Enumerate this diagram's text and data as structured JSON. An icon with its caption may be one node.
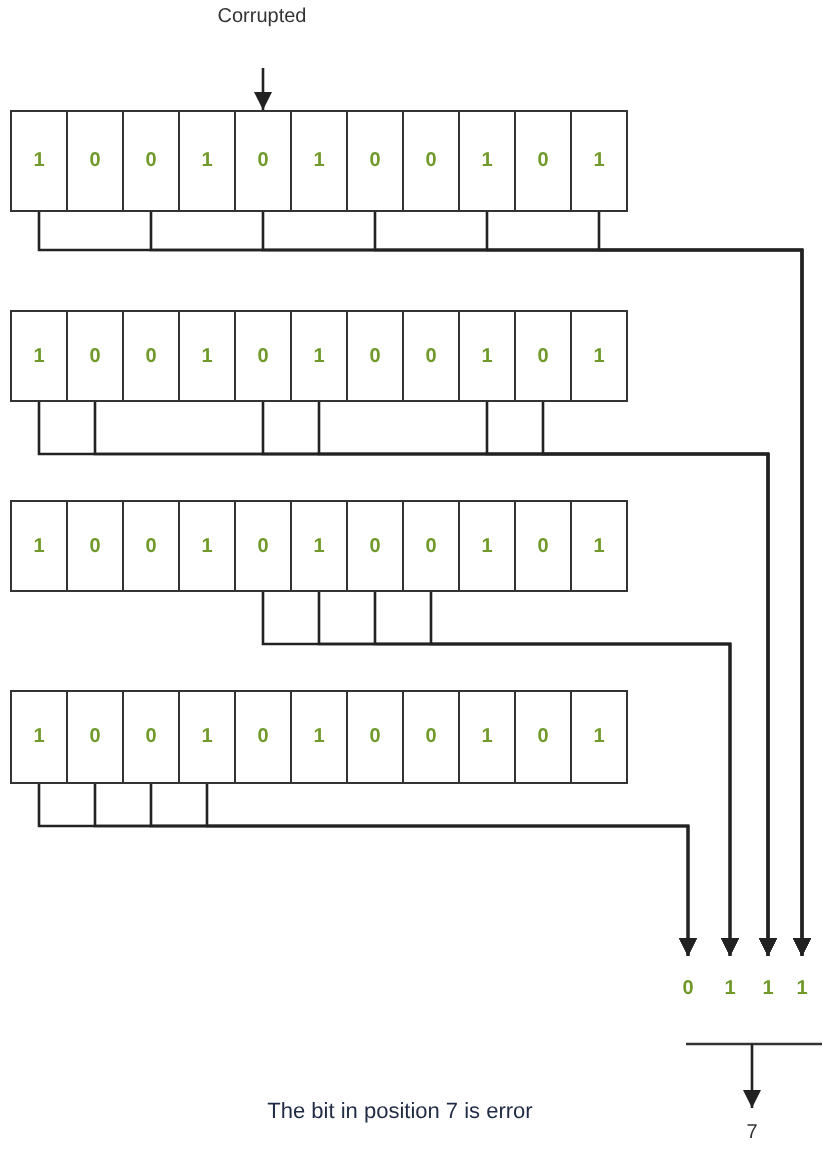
{
  "diagram": {
    "nodes": [
      {
        "text": [
          "Corrupted"
        ]
      },
      {
        "text": [
          "1"
        ]
      },
      {
        "text": [
          "0"
        ]
      },
      {
        "text": [
          "0"
        ]
      },
      {
        "text": [
          "1"
        ]
      },
      {
        "text": [
          "0"
        ]
      },
      {
        "text": [
          "1"
        ]
      },
      {
        "text": [
          "0"
        ]
      },
      {
        "text": [
          "0"
        ]
      },
      {
        "text": [
          "1"
        ]
      },
      {
        "text": [
          "0"
        ]
      },
      {
        "text": [
          "1"
        ]
      },
      {
        "text": [
          "1"
        ]
      },
      {
        "text": [
          "0"
        ]
      },
      {
        "text": [
          "0"
        ]
      },
      {
        "text": [
          "1"
        ]
      },
      {
        "text": [
          "0"
        ]
      },
      {
        "text": [
          "1"
        ]
      },
      {
        "text": [
          "0"
        ]
      },
      {
        "text": [
          "0"
        ]
      },
      {
        "text": [
          "1"
        ]
      },
      {
        "text": [
          "0"
        ]
      },
      {
        "text": [
          "1"
        ]
      },
      {
        "text": [
          "1"
        ]
      },
      {
        "text": [
          "0"
        ]
      },
      {
        "text": [
          "0"
        ]
      },
      {
        "text": [
          "1"
        ]
      },
      {
        "text": [
          "0"
        ]
      },
      {
        "text": [
          "1"
        ]
      },
      {
        "text": [
          "0"
        ]
      },
      {
        "text": [
          "0"
        ]
      },
      {
        "text": [
          "1"
        ]
      },
      {
        "text": [
          "0"
        ]
      },
      {
        "text": [
          "1"
        ]
      },
      {
        "text": [
          "1"
        ]
      },
      {
        "text": [
          "0"
        ]
      },
      {
        "text": [
          "0"
        ]
      },
      {
        "text": [
          "1"
        ]
      },
      {
        "text": [
          "0"
        ]
      },
      {
        "text": [
          "1"
        ]
      },
      {
        "text": [
          "0"
        ]
      },
      {
        "text": [
          "0"
        ]
      },
      {
        "text": [
          "1"
        ]
      },
      {
        "text": [
          "0"
        ]
      },
      {
        "text": [
          "1"
        ]
      },
      {
        "text": [
          "0"
        ]
      },
      {
        "text": [
          "1"
        ]
      },
      {
        "text": [
          "1"
        ]
      },
      {
        "text": [
          "1"
        ]
      },
      {
        "text": [
          "7"
        ]
      }
    ],
    "edges": [
      {
        "from": 0,
        "to": 5,
        "arrow": "to"
      },
      {
        "from": 1,
        "to": 48,
        "arrow": "to"
      },
      {
        "from": 3,
        "to": 48,
        "arrow": "to"
      },
      {
        "from": 5,
        "to": 48,
        "arrow": "to"
      },
      {
        "from": 7,
        "to": 48,
        "arrow": "to"
      },
      {
        "from": 9,
        "to": 48,
        "arrow": "to"
      },
      {
        "from": 11,
        "to": 48,
        "arrow": "to"
      },
      {
        "from": 12,
        "to": 47,
        "arrow": "to"
      },
      {
        "from": 13,
        "to": 47,
        "arrow": "to"
      },
      {
        "from": 16,
        "to": 47,
        "arrow": "to"
      },
      {
        "from": 17,
        "to": 47,
        "arrow": "to"
      },
      {
        "from": 20,
        "to": 47,
        "arrow": "to"
      },
      {
        "from": 21,
        "to": 47,
        "arrow": "to"
      },
      {
        "from": 27,
        "to": 46,
        "arrow": "to"
      },
      {
        "from": 28,
        "to": 46,
        "arrow": "to"
      },
      {
        "from": 29,
        "to": 46,
        "arrow": "to"
      },
      {
        "from": 30,
        "to": 46,
        "arrow": "to"
      },
      {
        "from": 34,
        "to": 45,
        "arrow": "to"
      },
      {
        "from": 35,
        "to": 45,
        "arrow": "to"
      },
      {
        "from": 36,
        "to": 45,
        "arrow": "to"
      },
      {
        "from": 37,
        "to": 45,
        "arrow": "to"
      },
      {
        "from": null,
        "to": 49,
        "arrow": "to"
      }
    ],
    "labels": [
      "The bit in position 7 is error"
    ]
  }
}
